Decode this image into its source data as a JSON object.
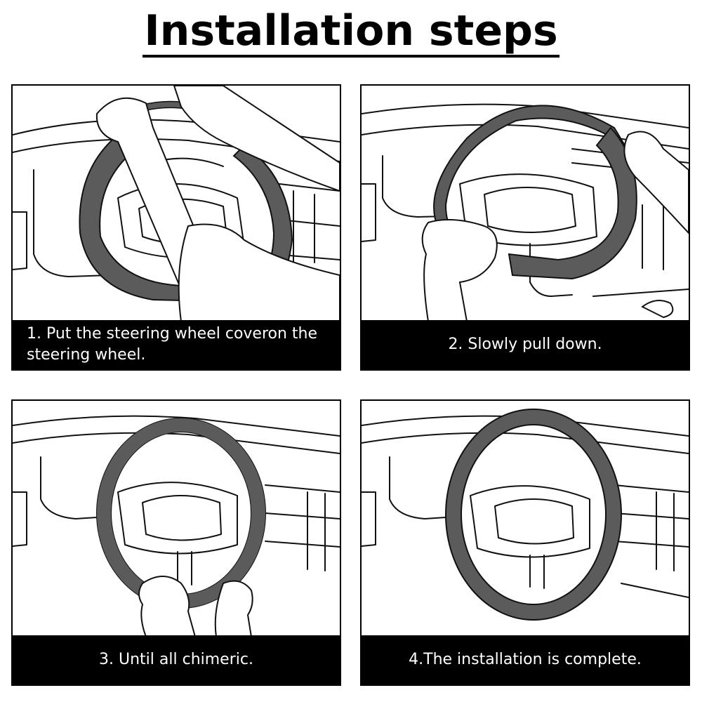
{
  "title": "Installation steps",
  "colors": {
    "cover": "#5b5b5b",
    "caption_bg": "#000000",
    "caption_text": "#ffffff"
  },
  "steps": [
    {
      "caption": "1. Put the steering wheel coveron the steering wheel."
    },
    {
      "caption": "2. Slowly pull down."
    },
    {
      "caption": "3. Until all chimeric."
    },
    {
      "caption": "4.The installation is complete."
    }
  ]
}
